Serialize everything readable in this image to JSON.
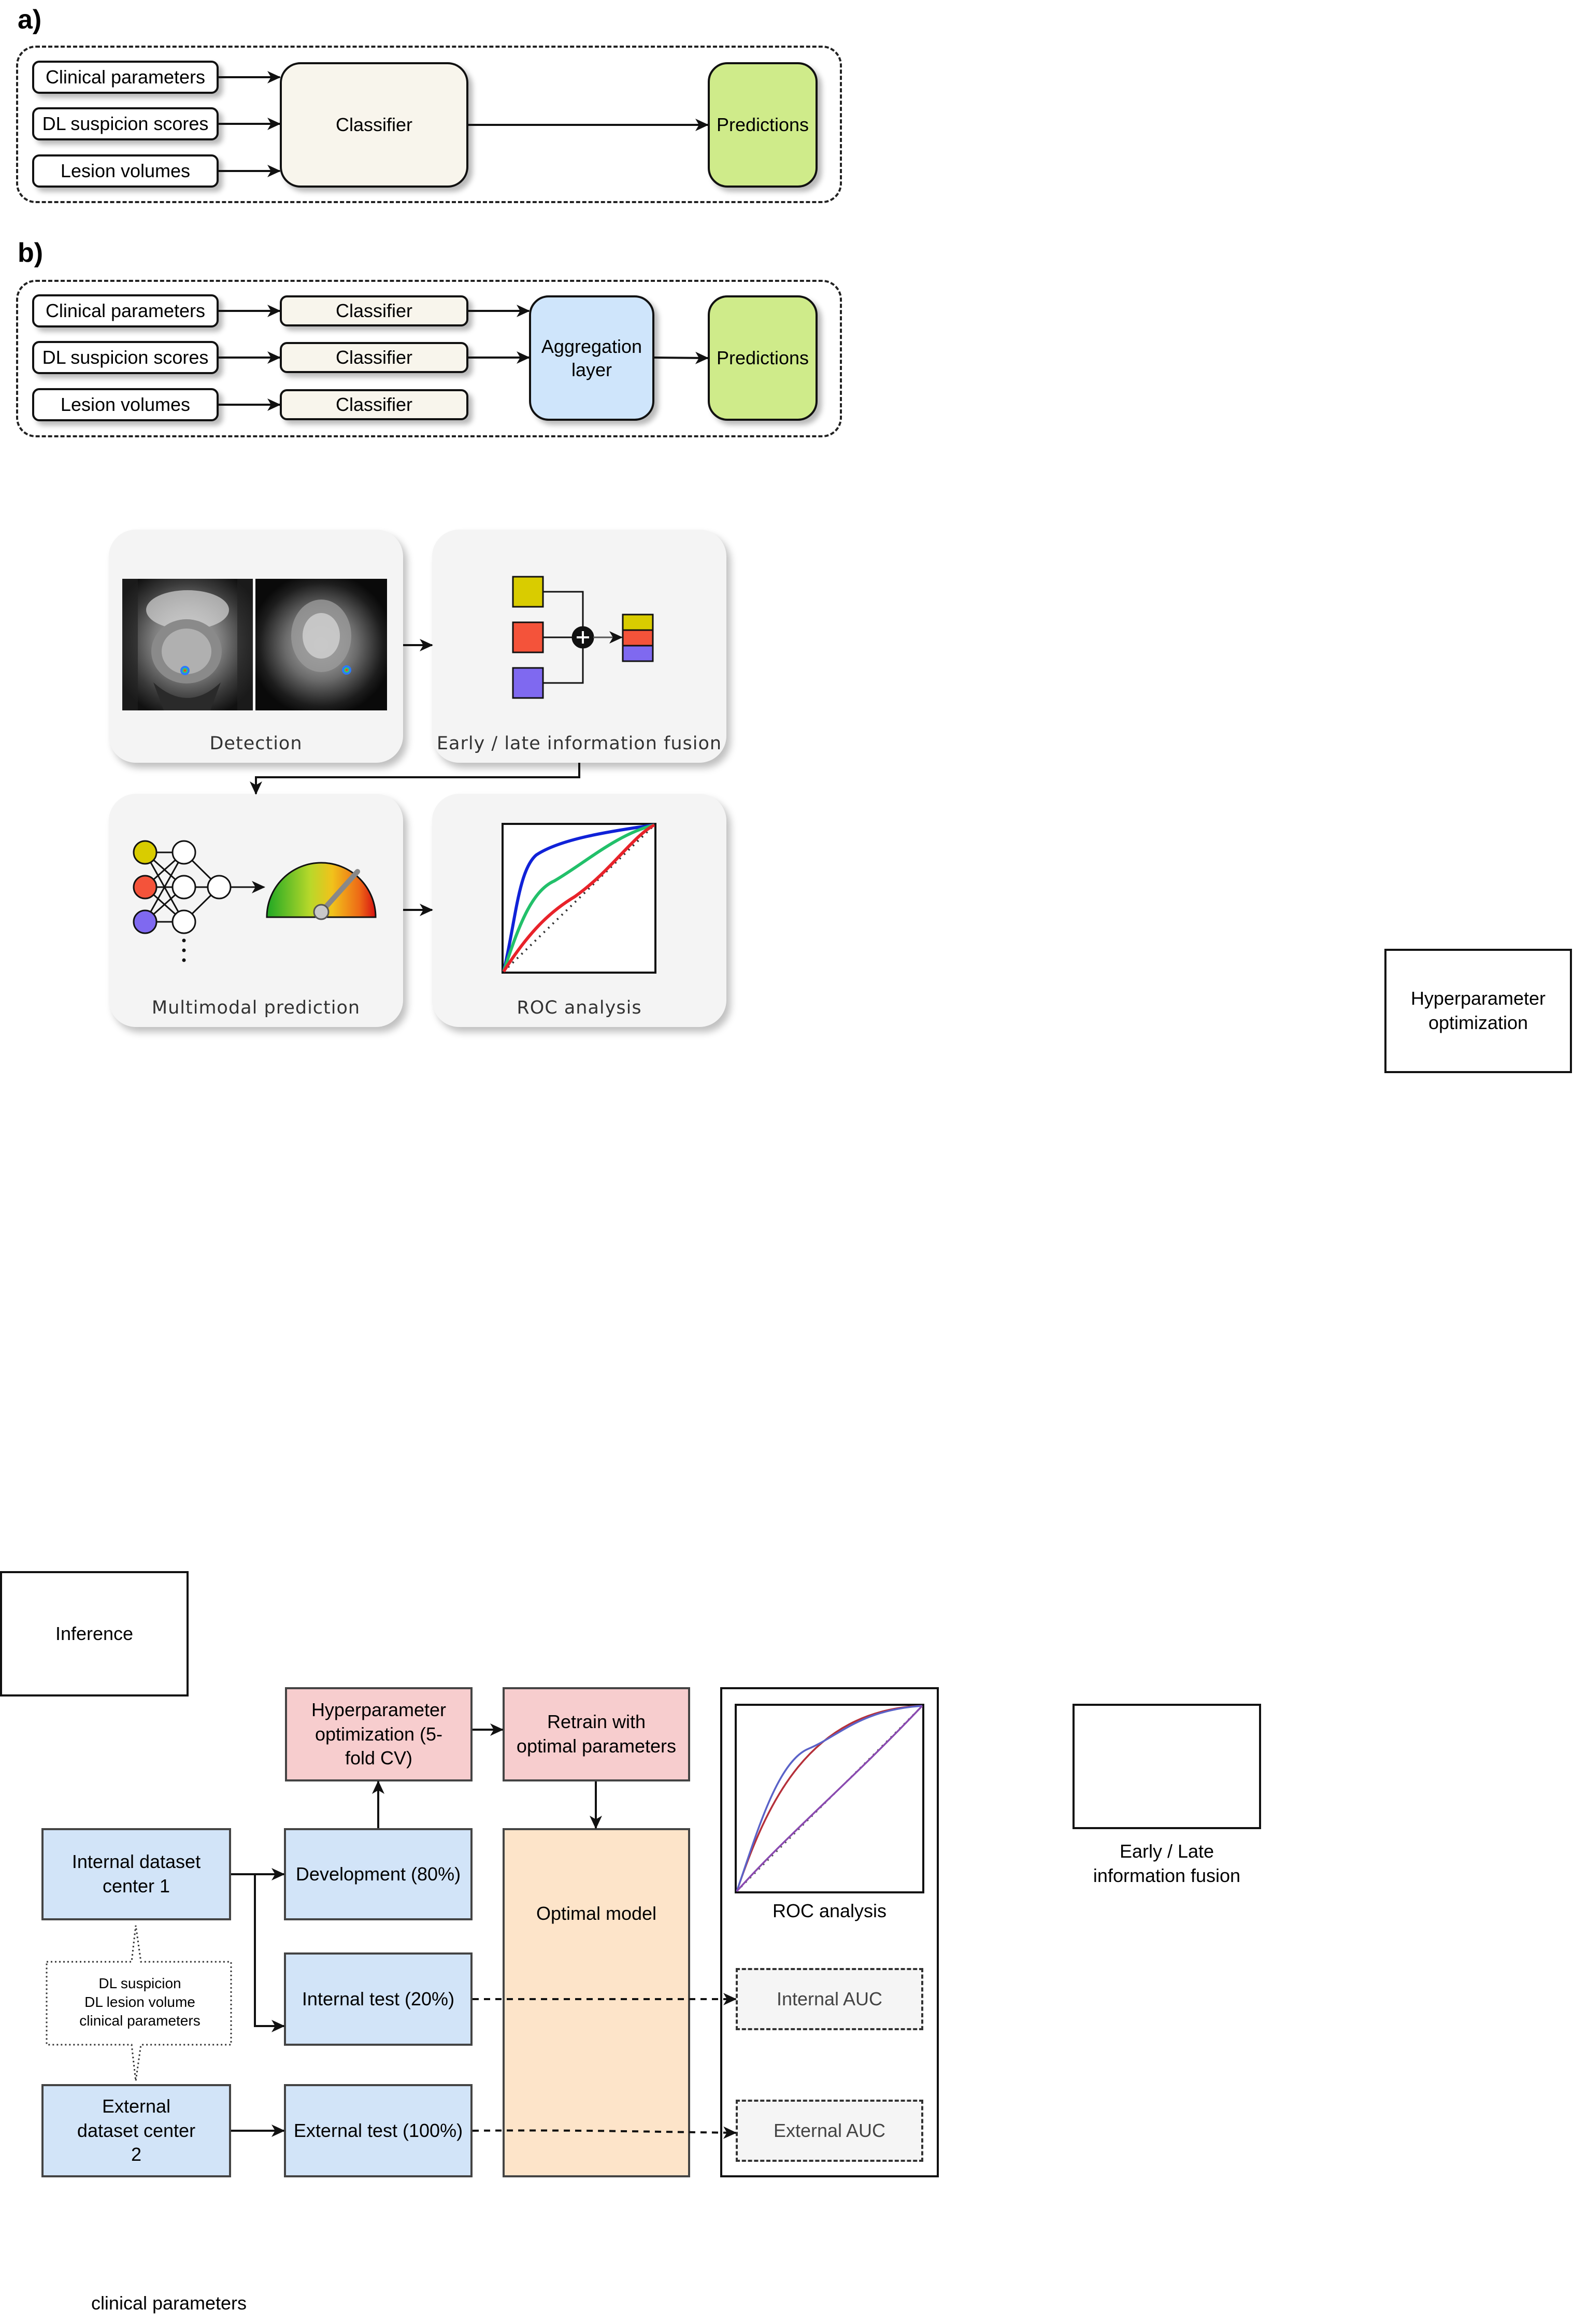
{
  "panel_a": {
    "letter": "a)",
    "inputs": [
      "Clinical parameters",
      "DL suspicion scores",
      "Lesion volumes"
    ],
    "classifier": "Classifier",
    "predictions": "Predictions"
  },
  "panel_b": {
    "letter": "b)",
    "inputs": [
      "Clinical parameters",
      "DL suspicion scores",
      "Lesion volumes"
    ],
    "classifiers": [
      "Classifier",
      "Classifier",
      "Classifier"
    ],
    "aggregation": "Aggregation layer",
    "predictions": "Predictions"
  },
  "pipeline": {
    "detection": "Detection",
    "fusion": "Early / late information fusion",
    "multimodal": "Multimodal prediction",
    "roc": "ROC analysis",
    "colors": {
      "yellow": "#d9cc00",
      "red": "#f4533a",
      "purple": "#7f69f0",
      "roc_blue": "#1022d8",
      "roc_green": "#22c06a",
      "roc_red": "#e8222a"
    }
  },
  "floating": {
    "hyperparameter": "Hyperparameter optimization",
    "inference": "Inference",
    "early_late": "Early / Late information fusion",
    "clinical_parameters": "clinical parameters"
  },
  "flow": {
    "internal_dataset": "Internal dataset center 1",
    "external_dataset": "External dataset center 2",
    "features_note": [
      "DL suspicion",
      "DL lesion volume",
      "clinical parameters"
    ],
    "development": "Development (80%)",
    "internal_test": "Internal test (20%)",
    "external_test": "External test (100%)",
    "hpo": "Hyperparameter optimization (5-fold CV)",
    "retrain": "Retrain with optimal parameters",
    "optimal_model": "Optimal model",
    "roc_label": "ROC analysis",
    "internal_auc": "Internal AUC",
    "external_auc": "External AUC"
  }
}
